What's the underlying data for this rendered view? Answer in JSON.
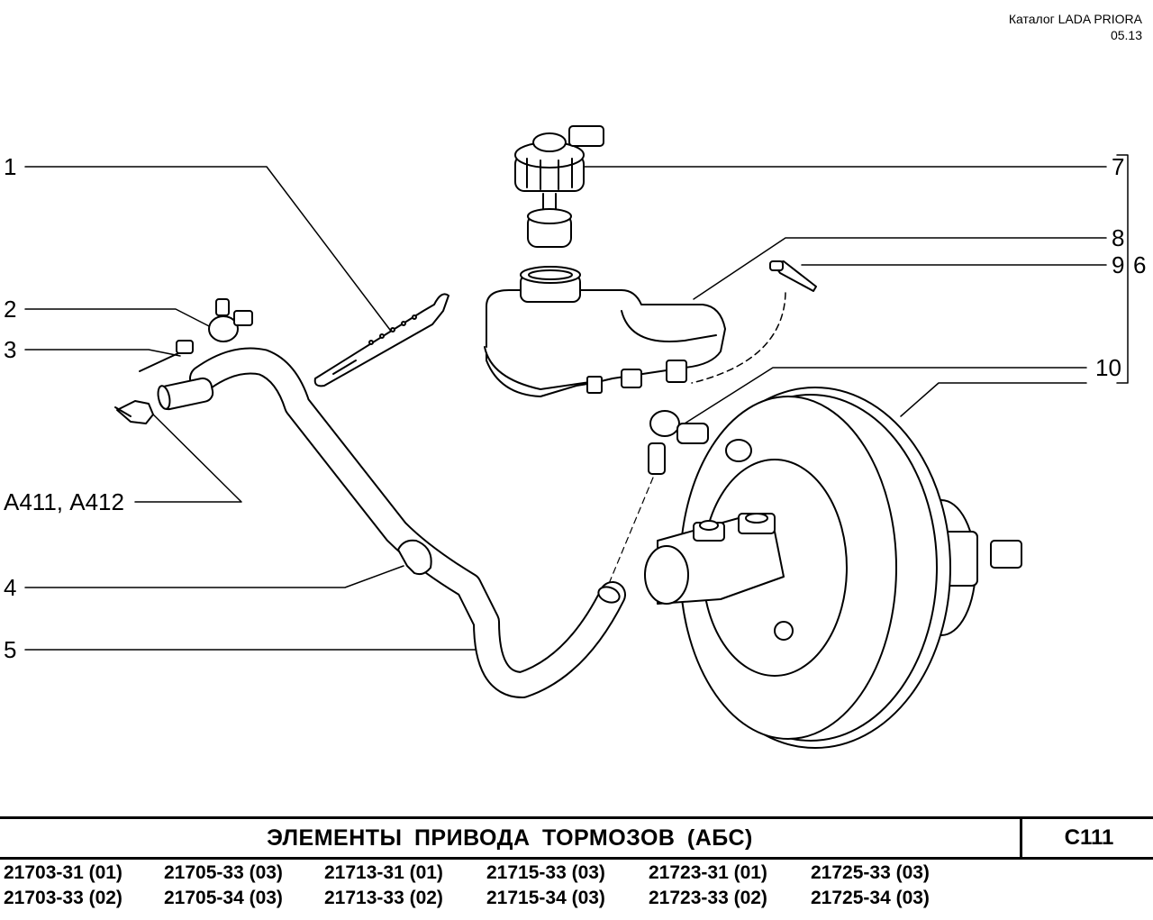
{
  "header": {
    "catalog": "Каталог  LADA  PRIORA",
    "date": "05.13"
  },
  "callouts": {
    "c1": "1",
    "c2": "2",
    "c3": "3",
    "c4": "4",
    "c5": "5",
    "c6": "6",
    "c7": "7",
    "c8": "8",
    "c9": "9",
    "c10": "10",
    "ref": "А411, А412"
  },
  "footer": {
    "title": "ЭЛЕМЕНТЫ  ПРИВОДА  ТОРМОЗОВ  (АБС)",
    "code": "С111",
    "models_row1": [
      "21703-31 (01)",
      "21705-33 (03)",
      "21713-31 (01)",
      "21715-33 (03)",
      "21723-31 (01)",
      "21725-33 (03)"
    ],
    "models_row2": [
      "21703-33 (02)",
      "21705-34 (03)",
      "21713-33 (02)",
      "21715-34 (03)",
      "21723-33 (02)",
      "21725-34 (03)"
    ]
  }
}
